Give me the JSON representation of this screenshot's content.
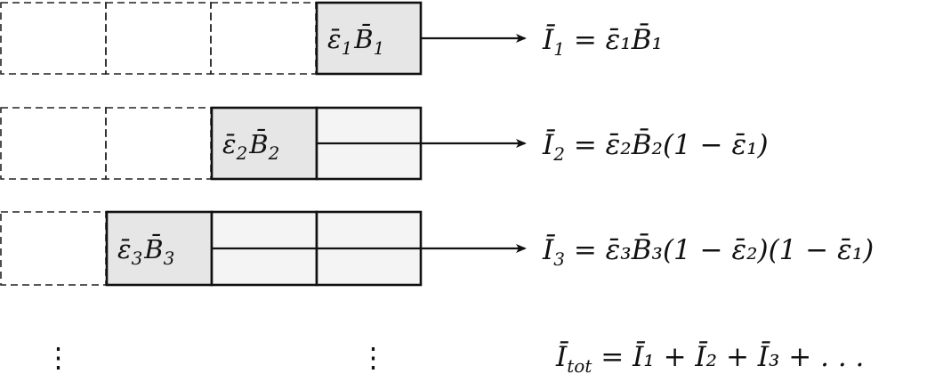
{
  "rows": [
    {
      "emitter": {
        "eps": "ε̄",
        "idx": "1",
        "B": "B̄"
      },
      "equation": {
        "lhs": "Ī",
        "lhs_sub": "1",
        "eq": " = ",
        "rhs": "ε̄₁B̄₁"
      }
    },
    {
      "emitter": {
        "eps": "ε̄",
        "idx": "2",
        "B": "B̄"
      },
      "equation": {
        "lhs": "Ī",
        "lhs_sub": "2",
        "eq": " = ",
        "rhs": "ε̄₂B̄₂(1 − ε̄₁)"
      }
    },
    {
      "emitter": {
        "eps": "ε̄",
        "idx": "3",
        "B": "B̄"
      },
      "equation": {
        "lhs": "Ī",
        "lhs_sub": "3",
        "eq": " = ",
        "rhs": "ε̄₃B̄₃(1 − ε̄₂)(1 − ε̄₁)"
      }
    }
  ],
  "total": {
    "lhs": "Ī",
    "lhs_sub": "tot",
    "eq": " = ",
    "rhs": "Ī₁ + Ī₂ + Ī₃ + . . ."
  },
  "ellipsis": "⋮"
}
